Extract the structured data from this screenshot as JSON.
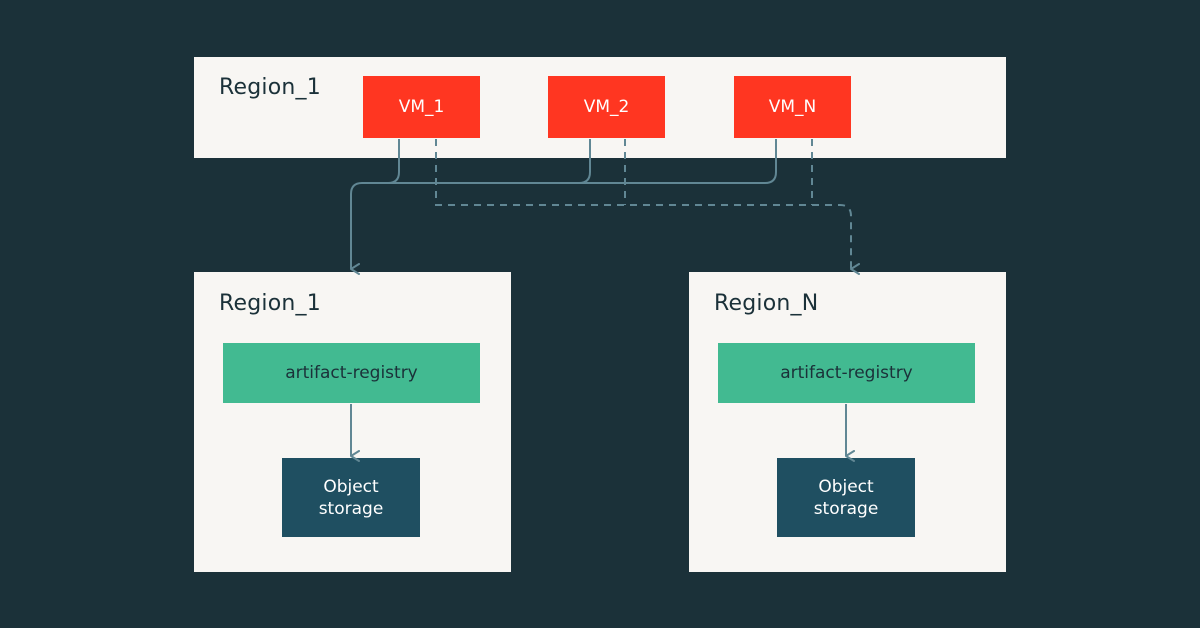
{
  "colors": {
    "background": "#1b3139",
    "panel": "#f8f6f3",
    "vm": "#ff3621",
    "registry": "#42ba91",
    "storage": "#1f4f61",
    "connector": "#618794"
  },
  "source_region": {
    "title": "Region_1",
    "vms": [
      {
        "label": "VM_1"
      },
      {
        "label": "VM_2"
      },
      {
        "label": "VM_N"
      }
    ]
  },
  "target_regions": [
    {
      "title": "Region_1",
      "registry_label": "artifact-registry",
      "storage_label_line1": "Object",
      "storage_label_line2": "storage"
    },
    {
      "title": "Region_N",
      "registry_label": "artifact-registry",
      "storage_label_line1": "Object",
      "storage_label_line2": "storage"
    }
  ]
}
